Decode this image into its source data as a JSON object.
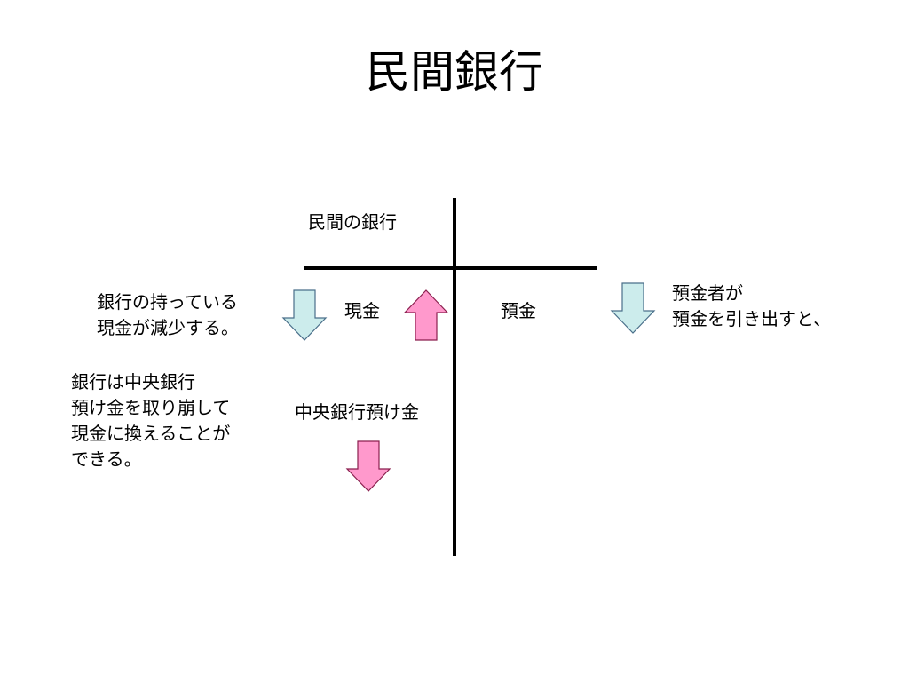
{
  "title": "民間銀行",
  "t_account": {
    "header": "民間の銀行",
    "left_items": [
      "現金",
      "中央銀行預け金"
    ],
    "right_items": [
      "預金"
    ]
  },
  "notes": {
    "cash_decrease": [
      "銀行の持っている",
      "現金が減少する。"
    ],
    "depositor": [
      "預金者が",
      "預金を引き出すと、"
    ],
    "reserve": [
      "銀行は中央銀行",
      "預け金を取り崩して",
      "現金に換えることが",
      "できる。"
    ]
  },
  "arrows": {
    "cash_down": {
      "direction": "down",
      "color": "#ccecec"
    },
    "cash_up": {
      "direction": "up",
      "color": "#ff99cc"
    },
    "deposit_down": {
      "direction": "down",
      "color": "#ccecec"
    },
    "reserve_down": {
      "direction": "down",
      "color": "#ff99cc"
    }
  }
}
